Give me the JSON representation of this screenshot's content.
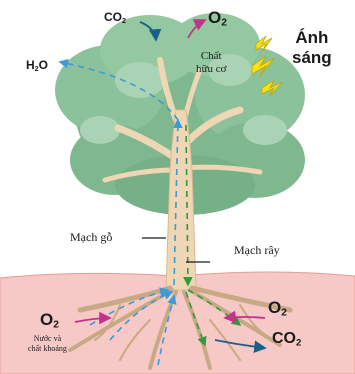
{
  "labels": {
    "co2_top": "CO",
    "co2_top_sub": "2",
    "o2_top": "O",
    "o2_top_sub": "2",
    "h2o": "H",
    "h2o_sub": "2",
    "h2o_end": "O",
    "organic_line1": "Chất",
    "organic_line2": "hữu cơ",
    "light_line1": "Ánh",
    "light_line2": "sáng",
    "xylem": "Mạch gỗ",
    "phloem": "Mạch rây",
    "o2_root_left": "O",
    "o2_root_left_sub": "2",
    "water_minerals_line1": "Nước và",
    "water_minerals_line2": "chất khoáng",
    "o2_root_right": "O",
    "o2_root_right_sub": "2",
    "co2_root_right": "CO",
    "co2_root_right_sub": "2"
  },
  "colors": {
    "foliage": "#7fb88f",
    "foliage_light": "#a9d3b4",
    "trunk": "#efd7b5",
    "soil": "#f6c9c6",
    "roots": "#c7aa85",
    "xylem_arrow": "#3b9bd6",
    "phloem_arrow": "#2f9a3e",
    "gas_arrow": "#c2338a",
    "sun": "#f4e117"
  }
}
